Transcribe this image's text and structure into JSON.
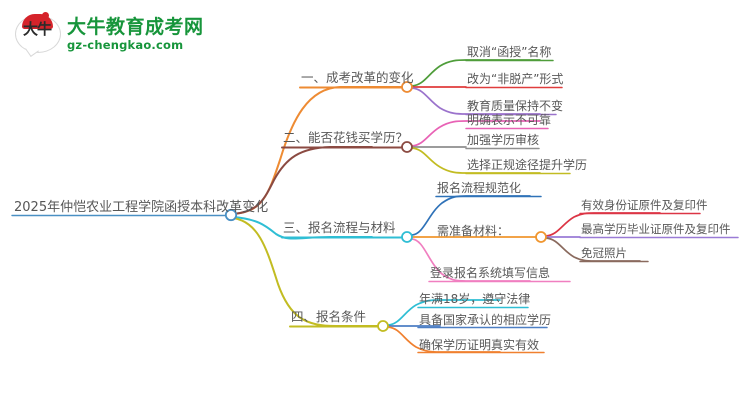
{
  "logo": {
    "mark_text": "大牛",
    "title": "大牛教育成考网",
    "url": "gz-chengkao.com",
    "brand_green": "#17953b",
    "brand_red": "#d5232a"
  },
  "mindmap": {
    "root": {
      "label": "2025年仲恺农业工程学院函授本科改革变化",
      "color": "#4a90c4"
    },
    "branches": [
      {
        "label": "一、成考改革的变化",
        "color": "#ee8b33",
        "children": [
          {
            "label": "取消“函授”名称",
            "color": "#4f9d3a"
          },
          {
            "label": "改为“非脱产”形式",
            "color": "#e03d3d"
          },
          {
            "label": "教育质量保持不变",
            "color": "#9b73cc"
          }
        ]
      },
      {
        "label": "二、能否花钱买学历？",
        "color": "#8b4a42",
        "children": [
          {
            "label": "明确表示不可靠",
            "color": "#e862b5"
          },
          {
            "label": "加强学历审核",
            "color": "#8f8f8f"
          },
          {
            "label": "选择正规途径提升学历",
            "color": "#c2bc22"
          }
        ]
      },
      {
        "label": "三、报名流程与材料",
        "color": "#2fbed4",
        "children": [
          {
            "label": "报名流程规范化",
            "color": "#2f72b8"
          },
          {
            "label": "需准备材料：",
            "color": "#f0962f",
            "children": [
              {
                "label": "有效身份证原件及复印件",
                "color": "#dc3545"
              },
              {
                "label": "最高学历毕业证原件及复印件",
                "color": "#9a7bd6"
              },
              {
                "label": "免冠照片",
                "color": "#8a6a5e"
              }
            ]
          },
          {
            "label": "登录报名系统填写信息",
            "color": "#f07fc0"
          }
        ]
      },
      {
        "label": "四、报名条件",
        "color": "#c2bc22",
        "children": [
          {
            "label": "年满18岁，遵守法律",
            "color": "#2fbed4"
          },
          {
            "label": "具备国家承认的相应学历",
            "color": "#4d7fc4"
          },
          {
            "label": "确保学历证明真实有效",
            "color": "#f0802f"
          }
        ]
      }
    ]
  }
}
